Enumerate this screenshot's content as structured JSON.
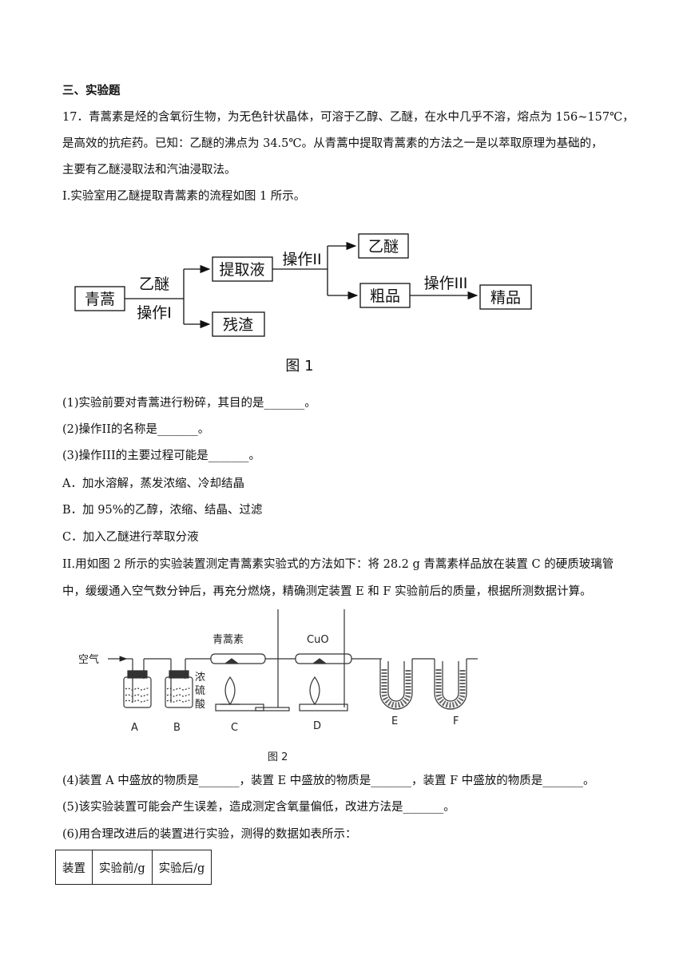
{
  "section_title": "三、实验题",
  "question": {
    "intro_lines": [
      "17．青蒿素是烃的含氧衍生物，为无色针状晶体，可溶于乙醇、乙醚，在水中几乎不溶，熔点为 156~157℃，",
      "是高效的抗疟药。已知：乙醚的沸点为 34.5℃。从青蒿中提取青蒿素的方法之一是以萃取原理为基础的，",
      "主要有乙醚浸取法和汽油浸取法。"
    ],
    "part1_title": "I.实验室用乙醚提取青蒿素的流程如图 1 所示。",
    "figure1": {
      "caption": "图 1",
      "nodes": {
        "qinghao": "青蒿",
        "tiquye": "提取液",
        "canzha": "残渣",
        "yimi": "乙醚",
        "cupin": "粗品",
        "jingpin": "精品"
      },
      "edges": {
        "solvent": "乙醚",
        "op1": "操作I",
        "op2": "操作II",
        "op3": "操作III"
      }
    },
    "q1": "(1)实验前要对青蒿进行粉碎，其目的是_______。",
    "q2": "(2)操作II的名称是_______。",
    "q3": "(3)操作III的主要过程可能是_______。",
    "options": [
      "A．加水溶解，蒸发浓缩、冷却结晶",
      "B．加 95%的乙醇，浓缩、结晶、过滤",
      "C．加入乙醚进行萃取分液"
    ],
    "part2_lines": [
      "II.用如图 2 所示的实验装置测定青蒿素实验式的方法如下：将 28.2 g 青蒿素样品放在装置 C 的硬质玻璃管",
      "中，缓缓通入空气数分钟后，再充分燃烧，精确测定装置 E 和 F 实验前后的质量，根据所测数据计算。"
    ],
    "figure2": {
      "caption": "图 2",
      "air_label": "空气",
      "sample_label": "青蒿素",
      "cuo_label": "CuO",
      "acid_label": [
        "浓",
        "硫",
        "酸"
      ],
      "device_labels": [
        "A",
        "B",
        "C",
        "D",
        "E",
        "F"
      ]
    },
    "q4": "(4)装置 A 中盛放的物质是_______，装置 E 中盛放的物质是_______，装置 F 中盛放的物质是_______。",
    "q5": "(5)该实验装置可能会产生误差，造成测定含氧量偏低，改进方法是_______。",
    "q6": "(6)用合理改进后的装置进行实验，测得的数据如表所示：",
    "table_headers": [
      "装置",
      "实验前/g",
      "实验后/g"
    ]
  }
}
